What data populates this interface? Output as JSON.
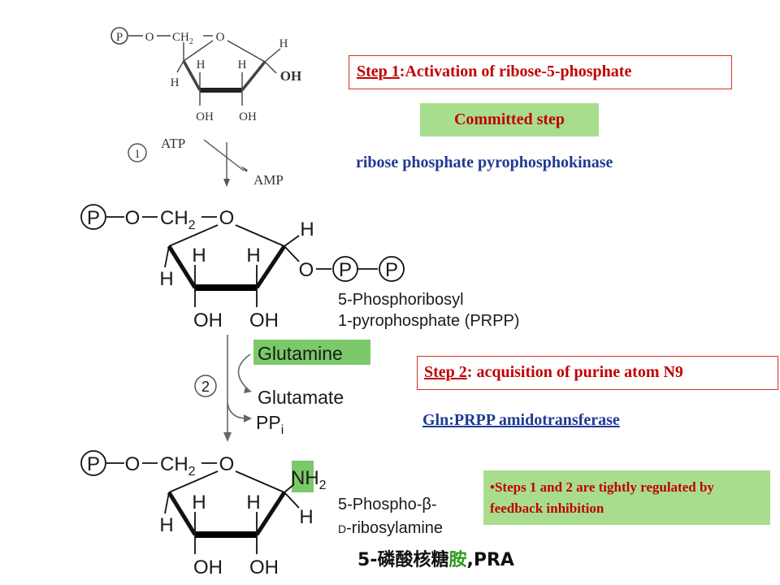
{
  "top_molecule": {
    "phosphate": "P",
    "o_link": "O",
    "ch2": "CH",
    "ch2_sub": "2",
    "ring_o": "O",
    "h_c1": "H",
    "oh_c1": "OH",
    "h_c4": "H",
    "h_c3": "H",
    "h_c2": "H",
    "oh_c3": "OH",
    "oh_c2": "OH"
  },
  "reaction1": {
    "number": "1",
    "reactant": "ATP",
    "product": "AMP"
  },
  "prpp_molecule": {
    "phosphate": "P",
    "o_link": "O",
    "ch2": "CH",
    "ch2_sub": "2",
    "ring_o": "O",
    "h_c1": "H",
    "o_c1": "O",
    "p1": "P",
    "p2": "P",
    "h_c4": "H",
    "h_c3": "H",
    "h_c2": "H",
    "oh_c3": "OH",
    "oh_c2": "OH",
    "name_line1": "5-Phosphoribosyl",
    "name_line2": "1-pyrophosphate (PRPP)"
  },
  "reaction2": {
    "number": "2",
    "reactant": "Glutamine",
    "product1": "Glutamate",
    "product2": "PP",
    "product2_sub": "i"
  },
  "pra_molecule": {
    "phosphate": "P",
    "o_link": "O",
    "ch2": "CH",
    "ch2_sub": "2",
    "ring_o": "O",
    "nh2": "NH",
    "nh2_sub": "2",
    "h_c1": "H",
    "h_c4": "H",
    "h_c3": "H",
    "h_c2": "H",
    "oh_c3": "OH",
    "oh_c2": "OH",
    "name_line1": "5-Phospho-β-",
    "name_line2_prefix": "D",
    "name_line2": "-ribosylamine"
  },
  "step1": {
    "label_underlined": "Step 1",
    "label_rest": ":Activation of ribose-5-phosphate"
  },
  "committed_step": "Committed step",
  "enzyme1": "ribose phosphate pyrophosphokinase",
  "step2": {
    "label_underlined": "Step 2",
    "label_rest": ": acquisition of purine atom N9"
  },
  "enzyme2": "Gln:PRPP amidotransferase",
  "regulation_note": "•Steps 1 and 2 are tightly regulated by feedback inhibition",
  "pra_label": {
    "part1": "5-磷酸核糖",
    "part2": "胺",
    "part3": ",PRA"
  },
  "colors": {
    "red_text": "#c00000",
    "blue_text": "#1f3a93",
    "green_box": "#a9dd8e",
    "box_border": "#d4302a",
    "highlight_green": "#2a9d1a"
  }
}
